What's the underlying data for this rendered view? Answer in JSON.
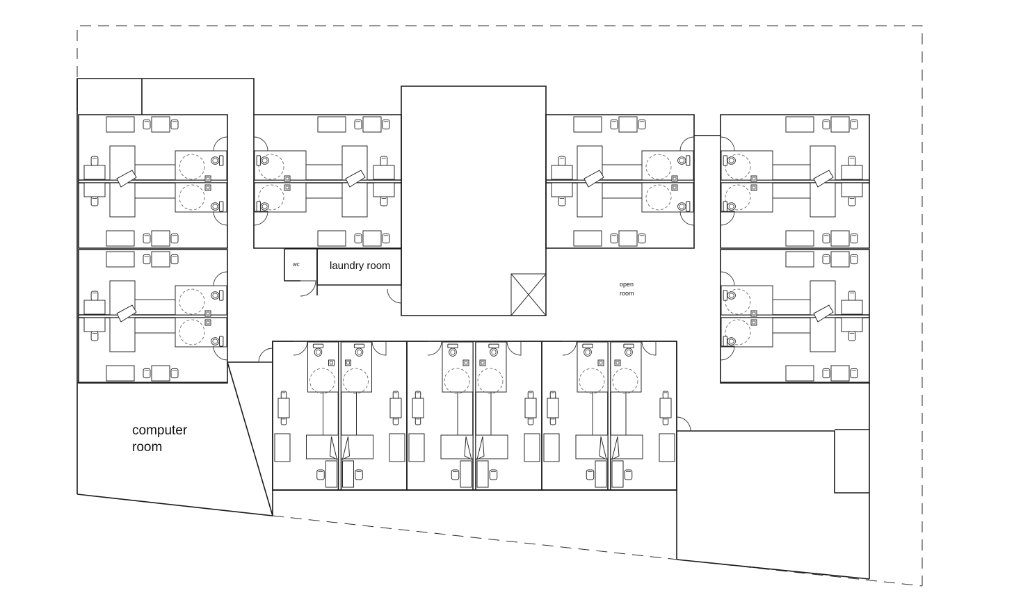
{
  "plan": {
    "room_labels": {
      "computer_room_line1": "computer",
      "computer_room_line2": "room",
      "laundry_room": "laundry room",
      "wc": "wc",
      "open_room_line1": "open",
      "open_room_line2": "room"
    },
    "colors": {
      "line": "#1a1a1a",
      "background": "#ffffff"
    }
  }
}
